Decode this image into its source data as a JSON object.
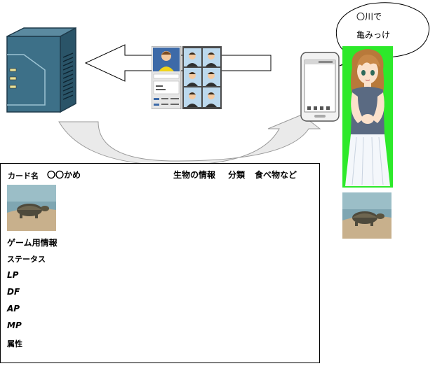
{
  "speech_bubble": {
    "line1": "〇川で",
    "line2": "亀みっけ"
  },
  "card": {
    "name_label": "カード名",
    "name_value": "〇〇かめ",
    "bio_info": "生物の情報",
    "bio_class": "分類",
    "bio_food": "食べ物など",
    "game_info_heading": "ゲーム用情報",
    "status_heading": "ステータス",
    "stats": [
      "LP",
      "DF",
      "AP",
      "MP"
    ],
    "attribute_label": "属性"
  },
  "icons": {
    "server": "server-tower-icon",
    "profiles": "profile-photo-grid-icon",
    "phone": "smartphone-icon",
    "person": "girl-character-icon",
    "turtle": "turtle-photo-icon"
  },
  "colors": {
    "server_body": "#3d7088",
    "person_background": "#2de92a",
    "arrow_fill": "#ffffff",
    "curve_fill": "#eaeaea"
  }
}
